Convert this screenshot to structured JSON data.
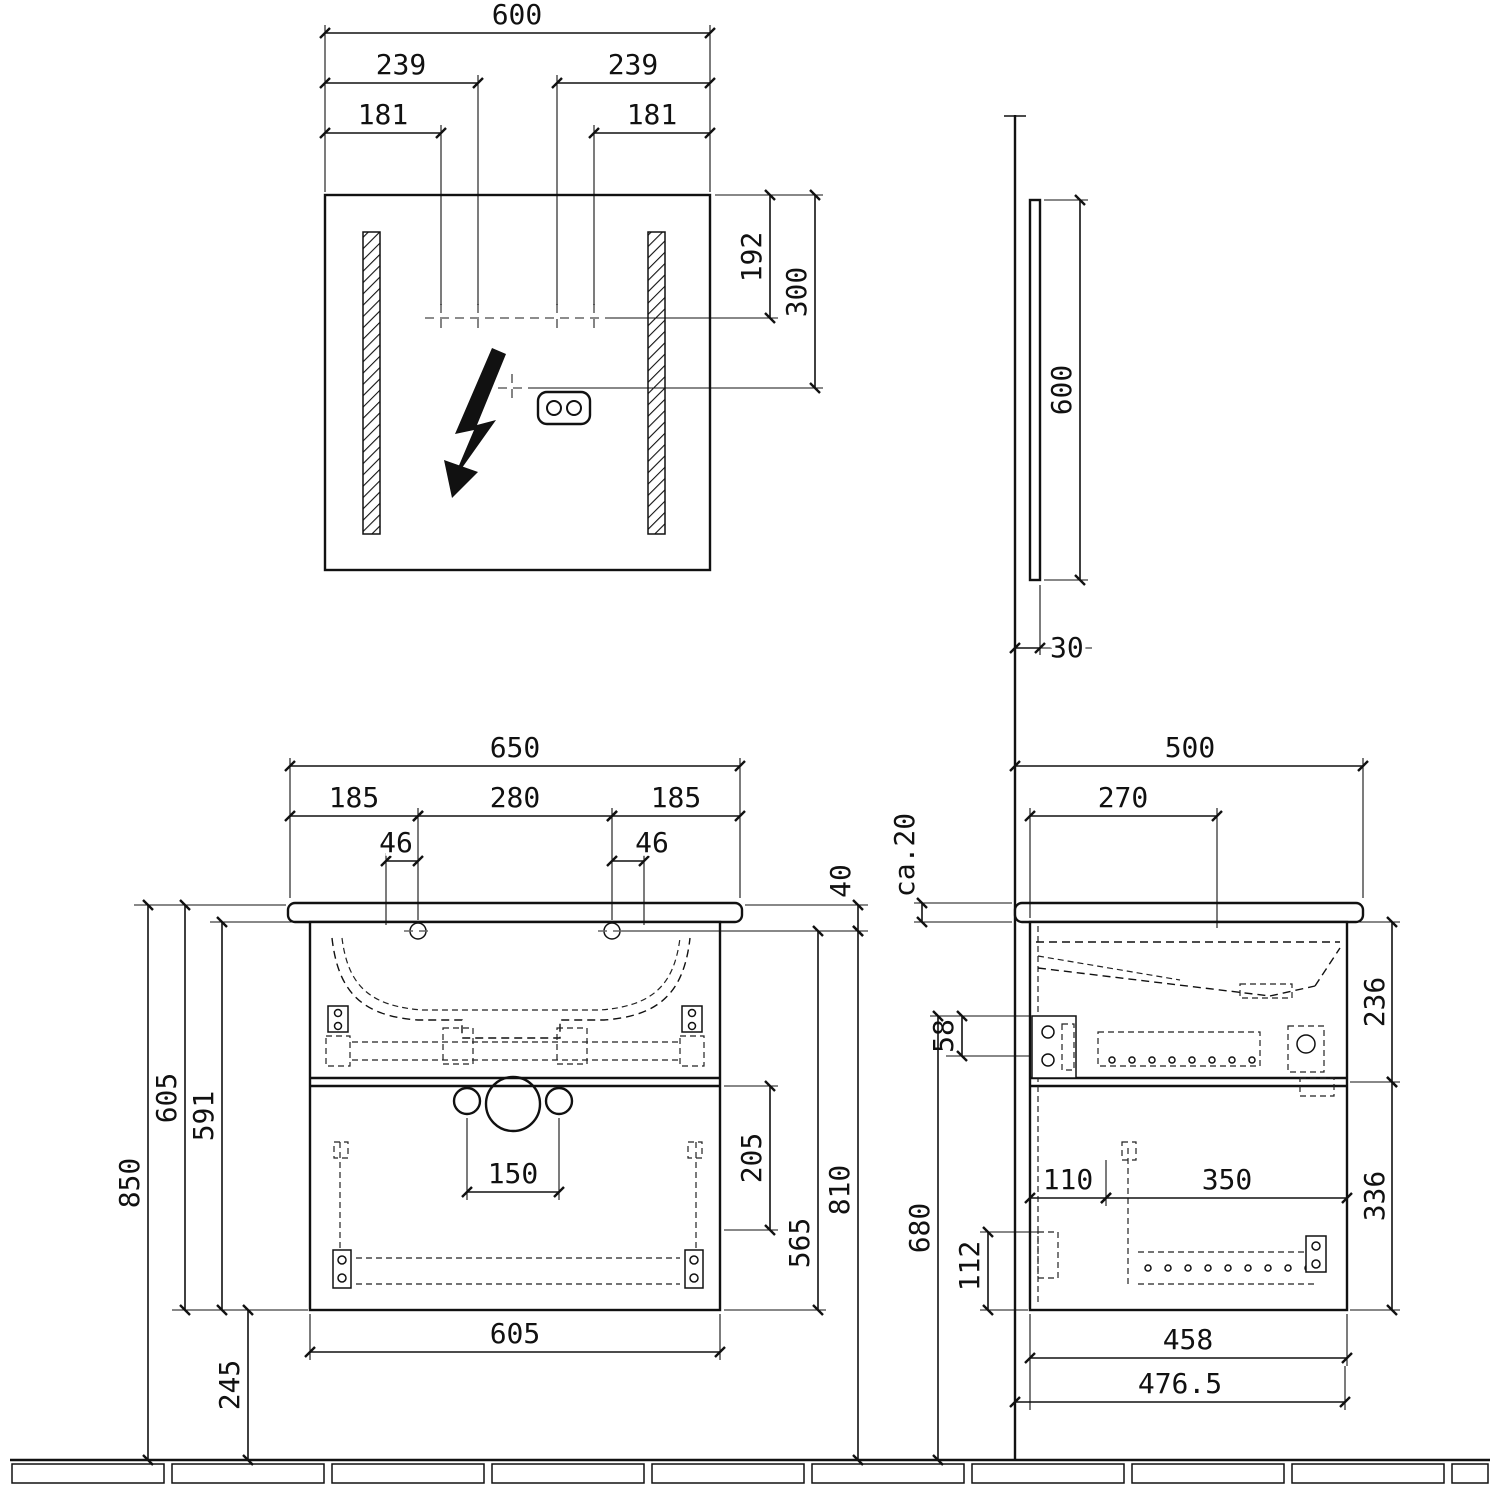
{
  "drawing": {
    "type": "technical-dimension-drawing",
    "subject": "Bathroom vanity unit with LED mirror - front and side elevations",
    "units": "mm",
    "line_color": "#111111",
    "bg_color": "#ffffff"
  },
  "mirror_front": {
    "width": "600",
    "hole_offset_a_left": "239",
    "hole_offset_a_right": "239",
    "hole_offset_b_left": "181",
    "hole_offset_b_right": "181",
    "hole_drop": "192",
    "socket_drop": "300",
    "icons": [
      "led-strip-left",
      "led-strip-right",
      "lightning-bolt",
      "power-socket",
      "mounting-cross"
    ]
  },
  "mirror_side": {
    "height": "600",
    "depth": "30"
  },
  "vanity_front": {
    "top_width": "650",
    "seg_left": "185",
    "seg_center": "280",
    "seg_right": "185",
    "offset_left": "46",
    "offset_right": "46",
    "counter_thickness": "40",
    "total_height": "850",
    "height_605": "605",
    "height_591": "591",
    "bottom_clearance": "245",
    "drain_span": "150",
    "height_205": "205",
    "height_565": "565",
    "height_810": "810",
    "cabinet_width": "605"
  },
  "vanity_side": {
    "top_depth": "500",
    "faucet_depth": "270",
    "counter_overhang": "ca.20",
    "rail_height": "58",
    "upper_drawer_height": "236",
    "lower_drawer_height": "336",
    "height_680": "680",
    "height_112": "112",
    "depth_110": "110",
    "depth_350": "350",
    "bottom_depth": "458",
    "bottom_depth_total": "476.5"
  }
}
